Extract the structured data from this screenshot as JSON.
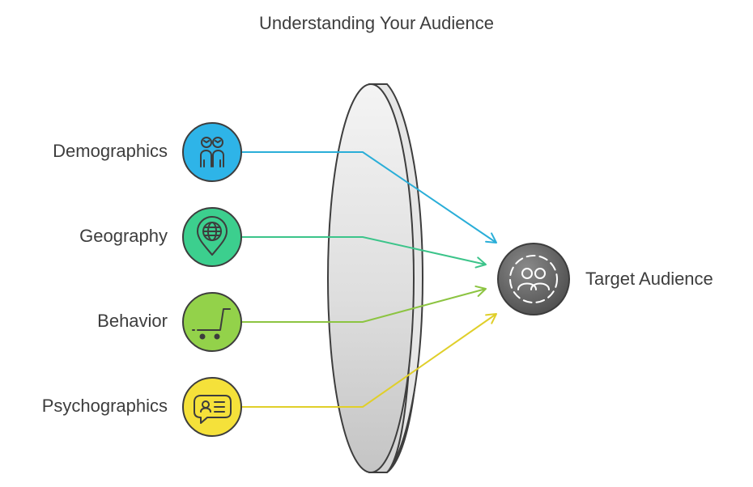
{
  "title": "Understanding Your Audience",
  "factors": [
    {
      "label": "Demographics",
      "icon": "people-icon",
      "color": "#2eb4e8",
      "line_color": "#2aaed8"
    },
    {
      "label": "Geography",
      "icon": "globe-pin-icon",
      "color": "#3ccf8e",
      "line_color": "#3cc48a"
    },
    {
      "label": "Behavior",
      "icon": "shopping-cart-icon",
      "color": "#93d24a",
      "line_color": "#8cc441"
    },
    {
      "label": "Psychographics",
      "icon": "speech-bubble-icon",
      "color": "#f5e13a",
      "line_color": "#e0cf2a"
    }
  ],
  "target": {
    "label": "Target Audience",
    "icon": "audience-group-icon",
    "color": "#6b6b6b"
  },
  "lens": {
    "icon": "lens-icon"
  }
}
